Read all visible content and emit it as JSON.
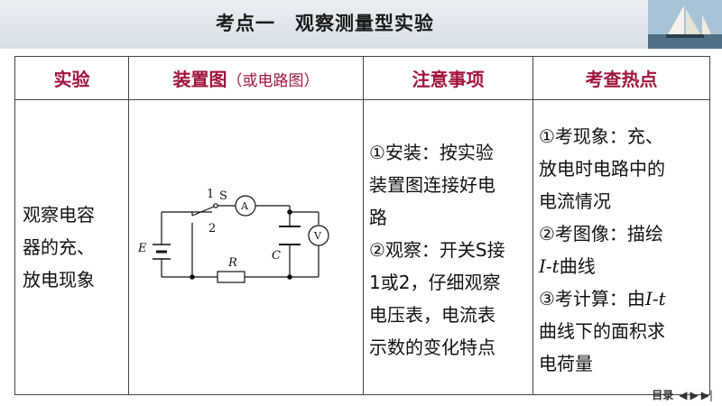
{
  "header": {
    "title": "考点一　观察测量型实验"
  },
  "table": {
    "headers": {
      "experiment": "实验",
      "apparatus": "装置图",
      "apparatus_hint": "（或电路图）",
      "notes": "注意事项",
      "hotspots": "考查热点"
    },
    "row": {
      "experiment_lines": [
        "观察电容",
        "器的充、",
        "放电现象"
      ],
      "notes": {
        "line1": "①安装：按实验",
        "line2": "装置图连接好电",
        "line3": "路",
        "line4": "②观察：开关S接",
        "line5": "1或2，仔细观察",
        "line6": "电压表，电流表",
        "line7": "示数的变化特点"
      },
      "hotspots": {
        "line1": "①考现象：充、",
        "line2": "放电时电路中的",
        "line3": "电流情况",
        "line4": "②考图像：描绘",
        "line5_var": "I-t",
        "line5_rest": "曲线",
        "line6_pre": "③考计算：由",
        "line6_var": "I-t",
        "line7": "曲线下的面积求",
        "line8": "电荷量"
      }
    },
    "circuit": {
      "E": "E",
      "S": "S",
      "pos1": "1",
      "pos2": "2",
      "ammeter": "A",
      "voltmeter": "V",
      "C": "C",
      "R": "R"
    }
  },
  "nav": {
    "label": "目录",
    "prev": "◀",
    "next": "▶",
    "last": "▶|"
  }
}
